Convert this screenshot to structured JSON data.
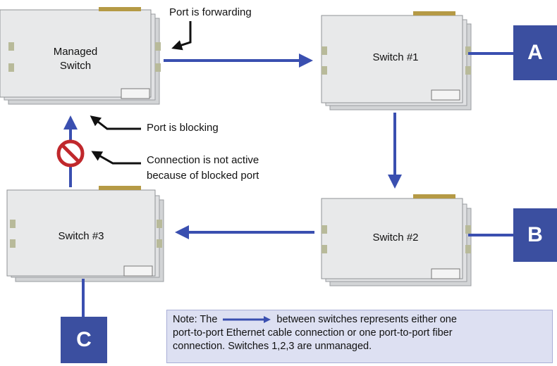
{
  "switches": {
    "managed": "Managed\nSwitch",
    "s1": "Switch #1",
    "s2": "Switch #2",
    "s3": "Switch #3"
  },
  "annotations": {
    "forwarding": "Port is forwarding",
    "blocking": "Port is blocking",
    "inactive_line1": "Connection is not active",
    "inactive_line2": "because of blocked port"
  },
  "endpoints": {
    "a": "A",
    "b": "B",
    "c": "C"
  },
  "note": {
    "prefix": "Note: The",
    "suffix": "between switches represents either one",
    "line2": "port-to-port Ethernet cable connection or one port-to-port fiber",
    "line3": "connection.  Switches 1,2,3 are unmanaged."
  },
  "colors": {
    "link": "#3a4fb0",
    "box": "#3b4fa0",
    "blocked": "#c0282c",
    "note_bg": "#dde0f2"
  }
}
